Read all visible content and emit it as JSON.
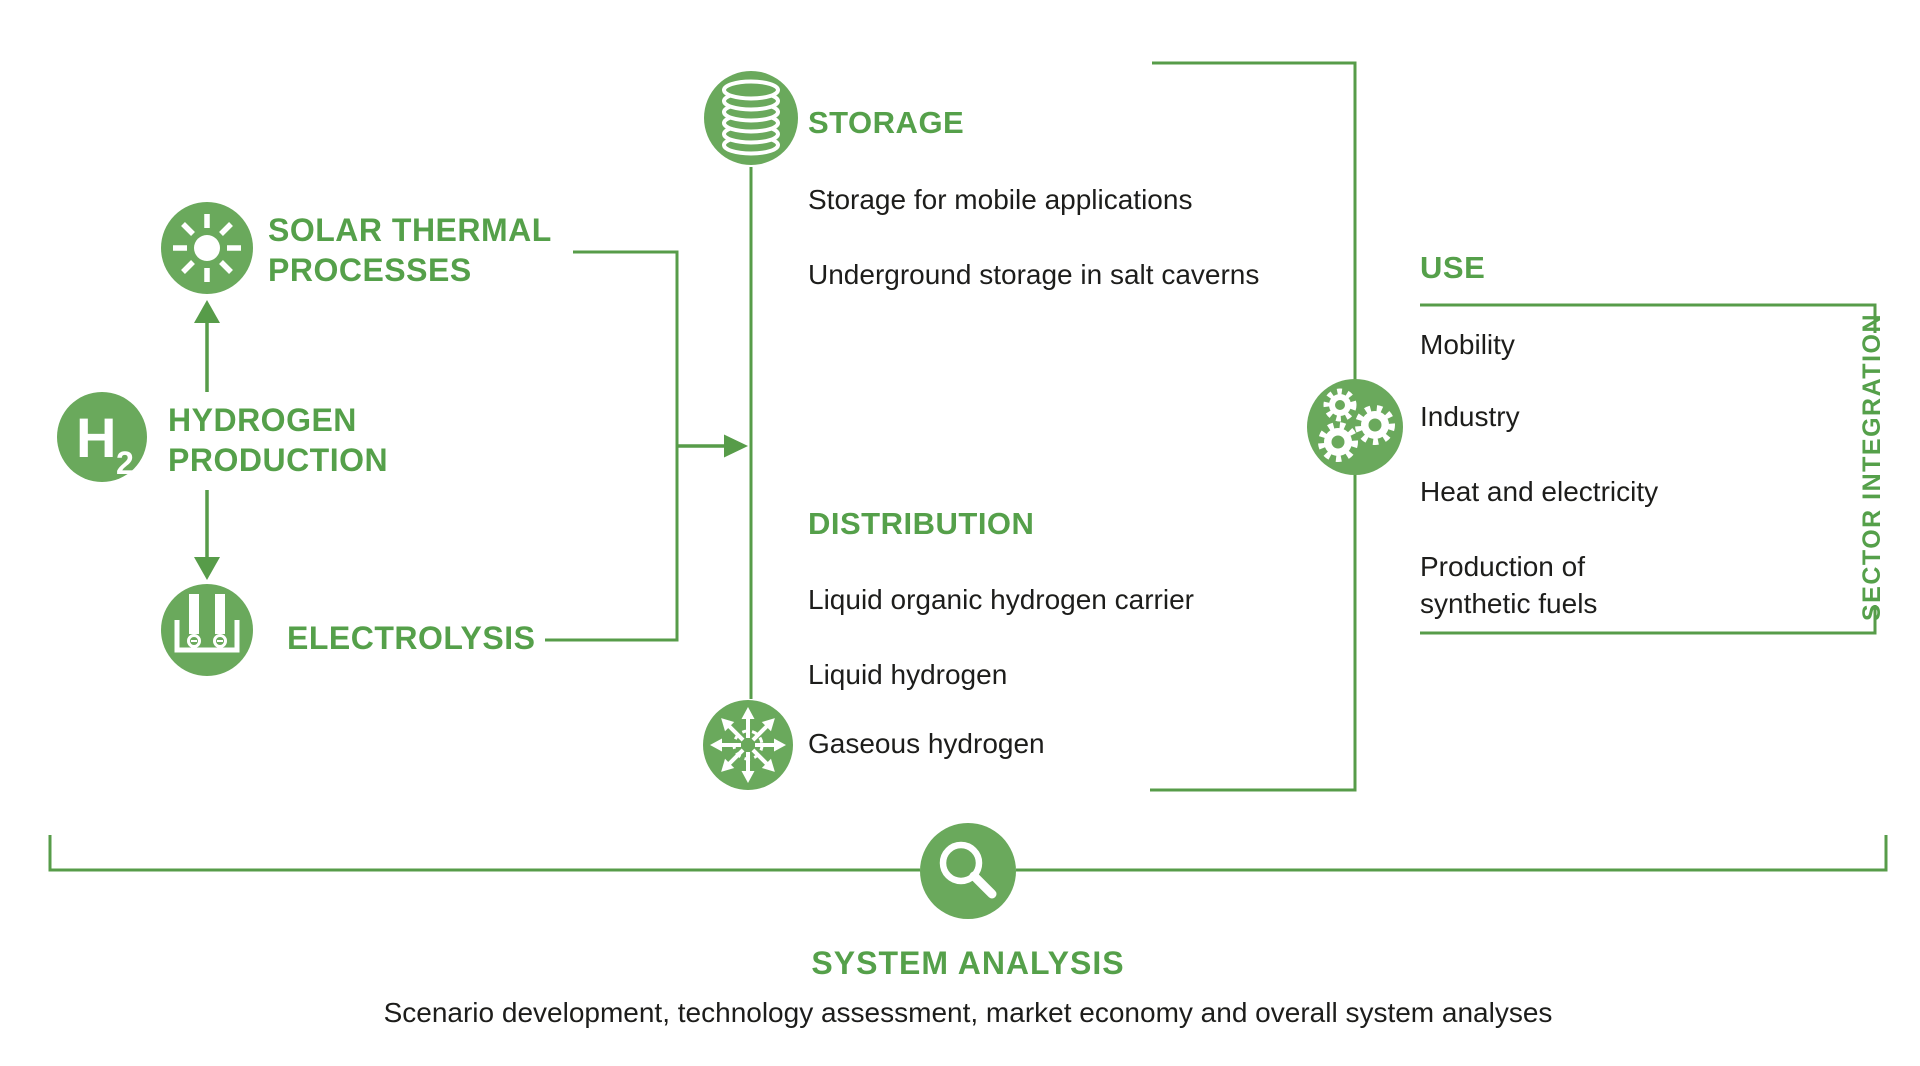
{
  "colors": {
    "green_fill": "#6aa95c",
    "green_line": "#579c49",
    "green_text": "#55a04a",
    "body_text": "#1d1d1b",
    "background": "#ffffff"
  },
  "production": {
    "symbol_main": "H",
    "symbol_sub": "2",
    "title": "HYDROGEN\nPRODUCTION",
    "branches": {
      "solar": "SOLAR THERMAL\nPROCESSES",
      "electrolysis": "ELECTROLYSIS"
    }
  },
  "storage": {
    "title": "STORAGE",
    "items": [
      "Storage for mobile applications",
      "Underground storage in salt caverns"
    ]
  },
  "distribution": {
    "title": "DISTRIBUTION",
    "items": [
      "Liquid organic hydrogen carrier",
      "Liquid hydrogen",
      "Gaseous hydrogen"
    ]
  },
  "use": {
    "title": "USE",
    "items": [
      "Mobility",
      "Industry",
      "Heat and electricity",
      "Production of\nsynthetic fuels"
    ]
  },
  "sector_integration": {
    "label": "SECTOR INTEGRATION"
  },
  "system_analysis": {
    "title": "SYSTEM ANALYSIS",
    "subtitle": "Scenario development, technology assessment, market economy and overall system analyses"
  },
  "icons": {
    "hydrogen": "h2-molecule-icon",
    "solar": "sun-icon",
    "electrolysis": "electrolysis-cell-icon",
    "storage": "storage-cylinder-icon",
    "gaseous": "gas-diffusion-icon",
    "use": "gears-icon",
    "system_analysis": "magnifier-icon"
  }
}
